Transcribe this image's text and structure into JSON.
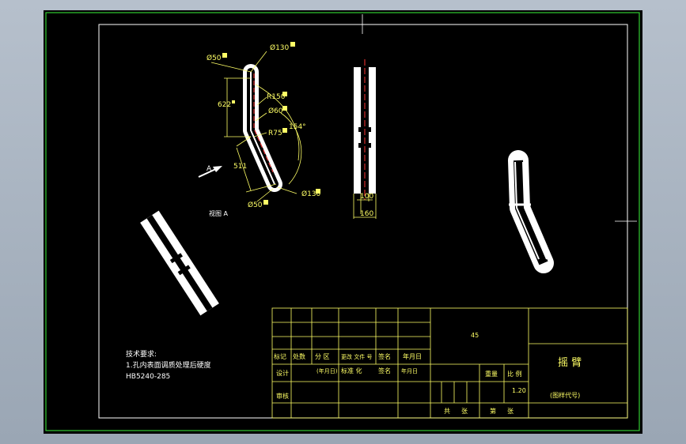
{
  "colors": {
    "background": "#000000",
    "viewport": "#a8b3c1",
    "outer_frame": "#33cc33",
    "inner_frame": "#ffffff",
    "dimension": "#ffff66",
    "center_line": "#ff3333",
    "part": "#ffffff"
  },
  "dims": {
    "d50_top": "Ø50",
    "d130_top": "Ø130",
    "r150": "R150",
    "d60": "Ø60",
    "len622": "622",
    "r75": "R75",
    "angle154": "154°",
    "len511": "511",
    "d130_bottom": "Ø130",
    "d50_bottom": "Ø50",
    "w100": "100",
    "w160": "160"
  },
  "view_label": "视图 A",
  "arrow_label": "A",
  "notes": {
    "title": "技术要求:",
    "line1": "1.孔内表面调质处理后硬度",
    "line2": "HB5240-285"
  },
  "title_block": {
    "biaoji": "标记",
    "chushu": "处数",
    "fenqu": "分 区",
    "genggai": "更改 文件 号",
    "qianming": "签名",
    "nianyueri": "年月日",
    "sheji": "设计",
    "nianyueri2": "(年月日)",
    "biaozhunhua": "标准 化",
    "qianming2": "签名",
    "nianyueri3": "年月日",
    "shenhe": "审核",
    "material": "45",
    "zhongliang": "重量",
    "bili": "比 例",
    "scale": "1.20",
    "gong": "共",
    "zhang": "张",
    "di": "第",
    "zhang2": "张",
    "part_name": "摇 臂",
    "drawing_no": "(图样代号)"
  },
  "icons": {
    "view_arrow": "arrow-icon"
  }
}
